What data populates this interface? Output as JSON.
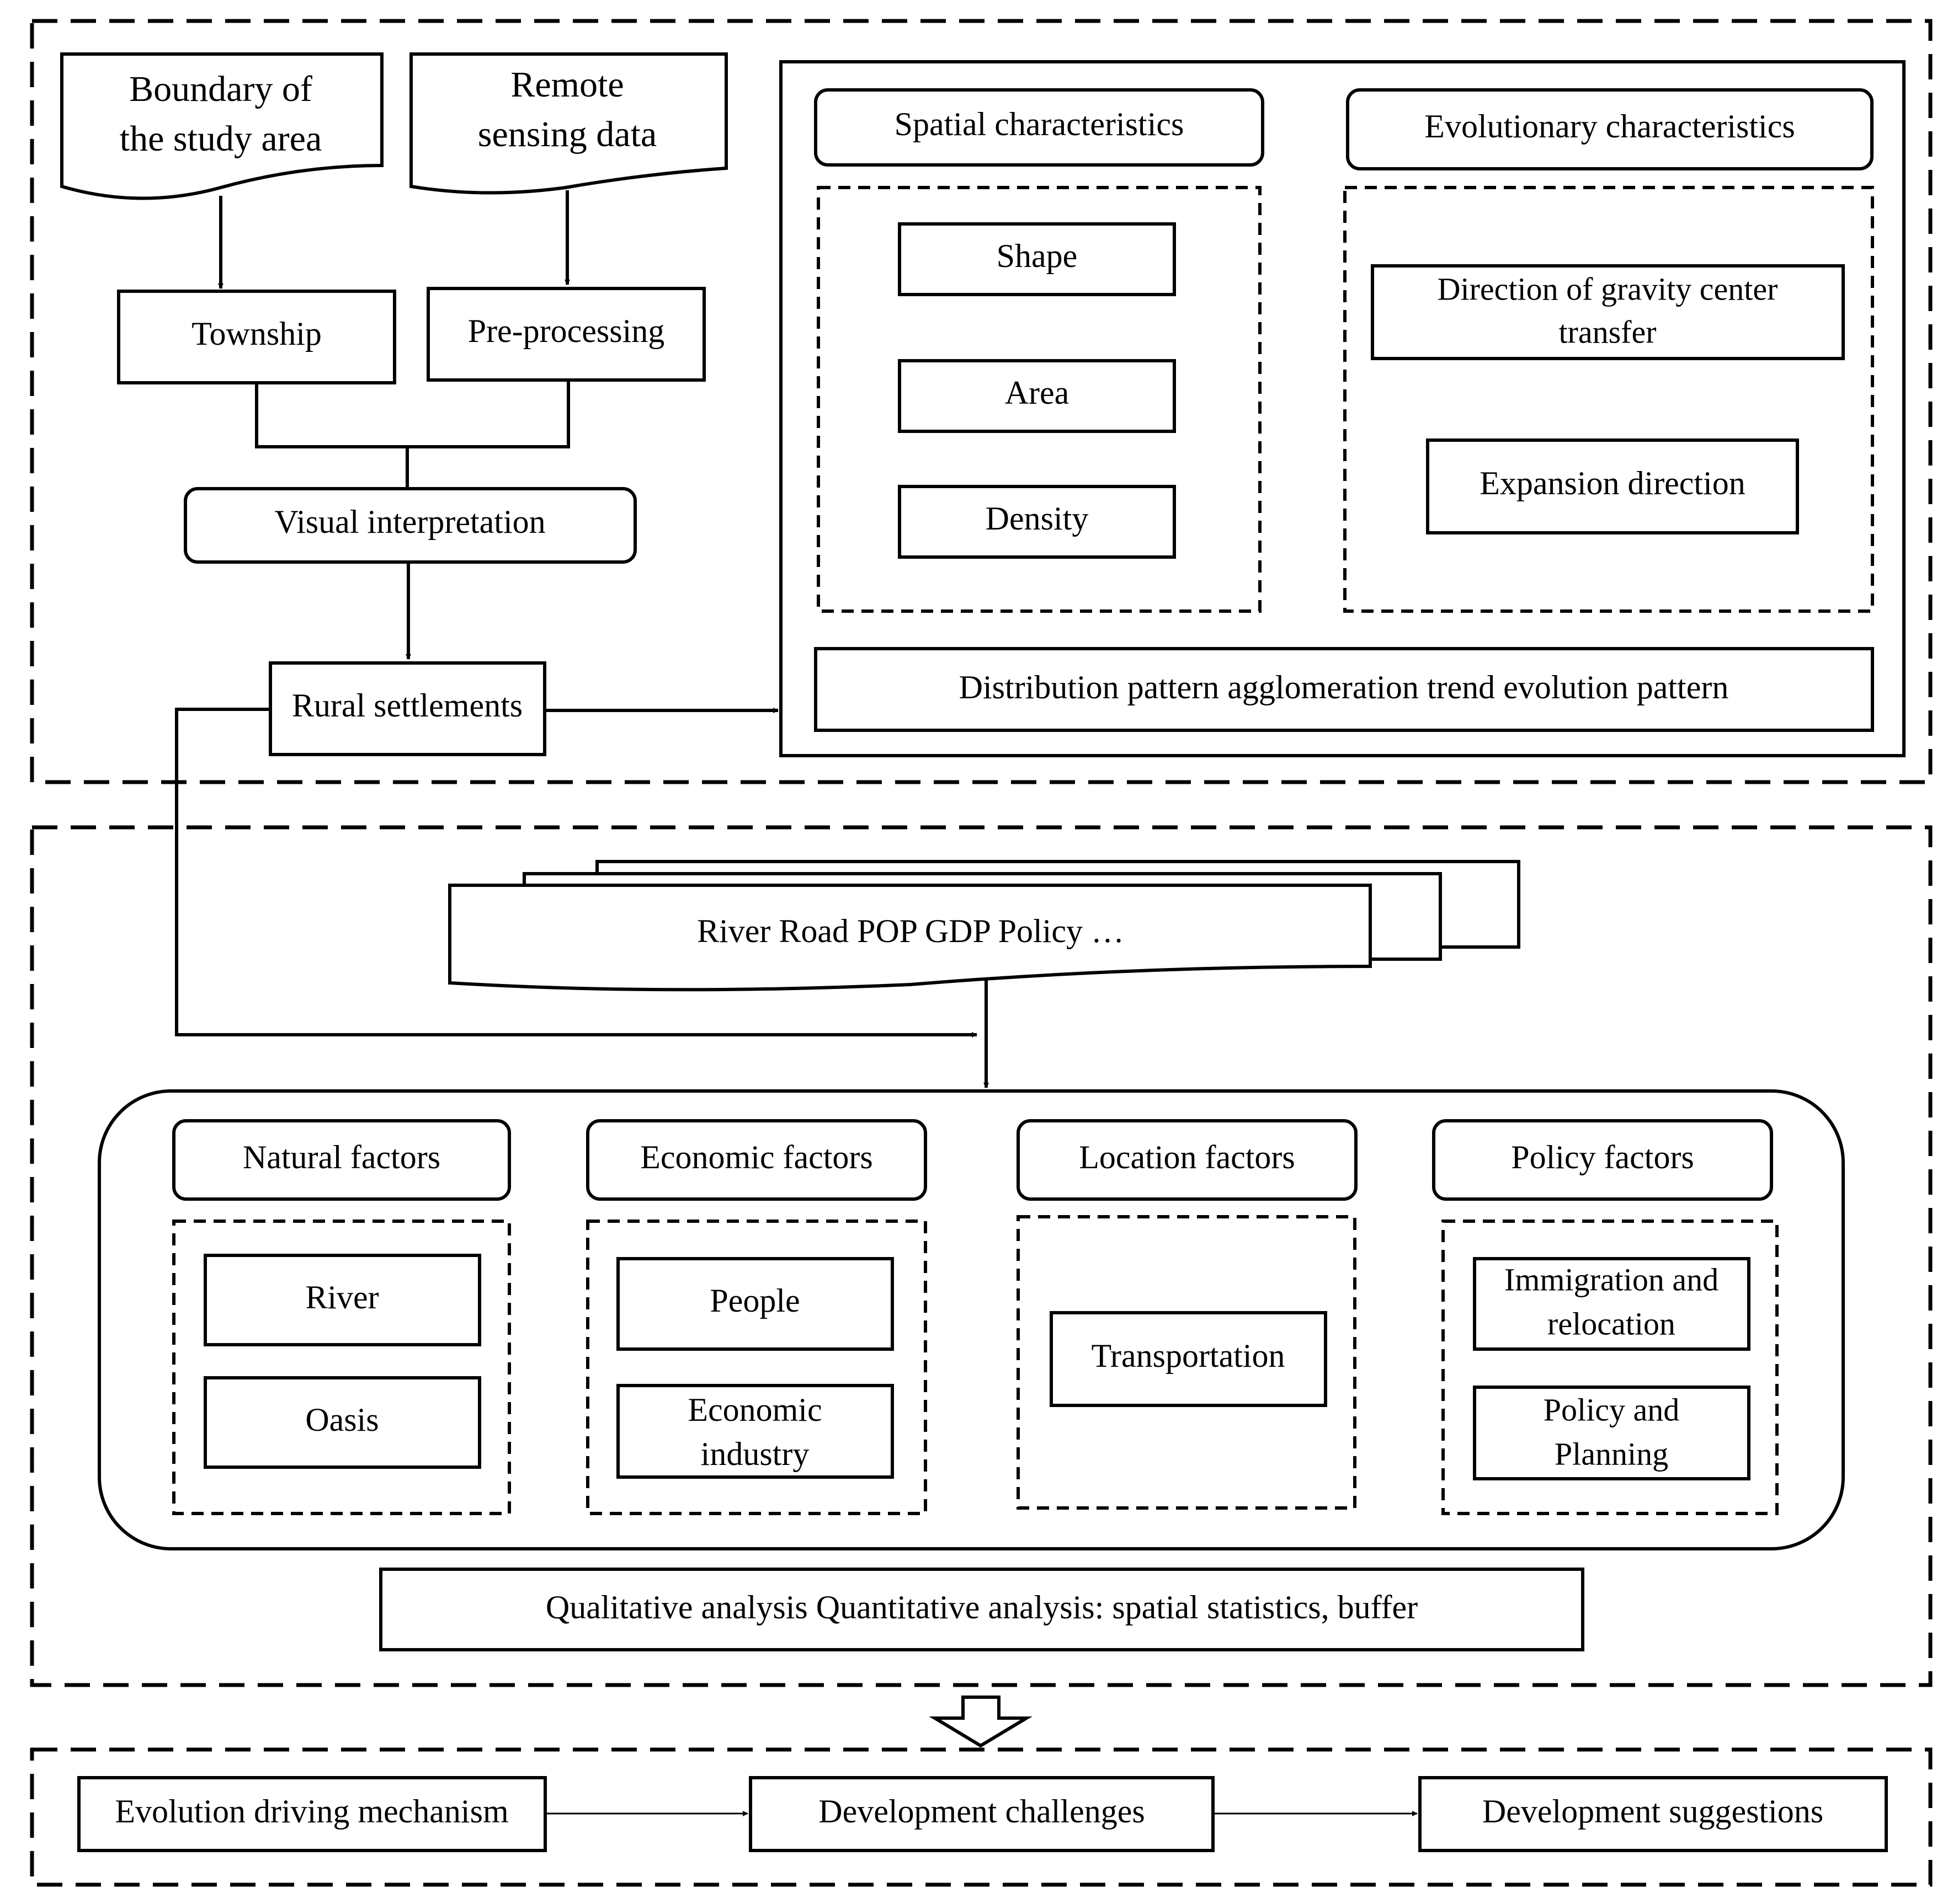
{
  "inputs": {
    "boundary": [
      "Boundary of",
      "the study area"
    ],
    "remote": [
      "Remote",
      "sensing data"
    ]
  },
  "process": {
    "township": "Township",
    "preprocessing": "Pre-processing",
    "visual_interpretation": "Visual interpretation",
    "rural_settlements": "Rural settlements"
  },
  "characteristics": {
    "spatial_title": "Spatial characteristics",
    "spatial_items": [
      "Shape",
      "Area",
      "Density"
    ],
    "evolutionary_title": "Evolutionary characteristics",
    "gravity": [
      "Direction of gravity center",
      "transfer"
    ],
    "expansion": "Expansion direction",
    "pattern": "Distribution pattern agglomeration trend evolution pattern"
  },
  "data_sources": "River Road POP GDP Policy …",
  "factors": {
    "natural": {
      "title": "Natural factors",
      "items": [
        "River",
        "Oasis"
      ]
    },
    "economic": {
      "title": "Economic factors",
      "people": "People",
      "industry": [
        "Economic",
        "industry"
      ]
    },
    "location": {
      "title": "Location factors",
      "transport": "Transportation"
    },
    "policy": {
      "title": "Policy factors",
      "immigration": [
        "Immigration and",
        "relocation"
      ],
      "planning": [
        "Policy and",
        "Planning"
      ]
    }
  },
  "analysis": "Qualitative analysis Quantitative analysis: spatial statistics, buffer",
  "outcomes": {
    "mechanism": "Evolution driving mechanism",
    "challenges": "Development challenges",
    "suggestions": "Development suggestions"
  }
}
